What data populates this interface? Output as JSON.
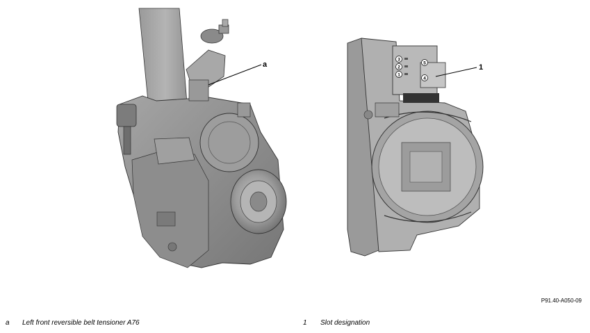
{
  "callouts": {
    "a": "a",
    "one": "1"
  },
  "pins": [
    "3",
    "2",
    "1",
    "5",
    "4"
  ],
  "reference": "P91.40-A050-09",
  "legend": [
    {
      "key": "a",
      "text": "Left front reversible belt tensioner A76"
    },
    {
      "key": "1",
      "text": "Slot designation"
    }
  ]
}
